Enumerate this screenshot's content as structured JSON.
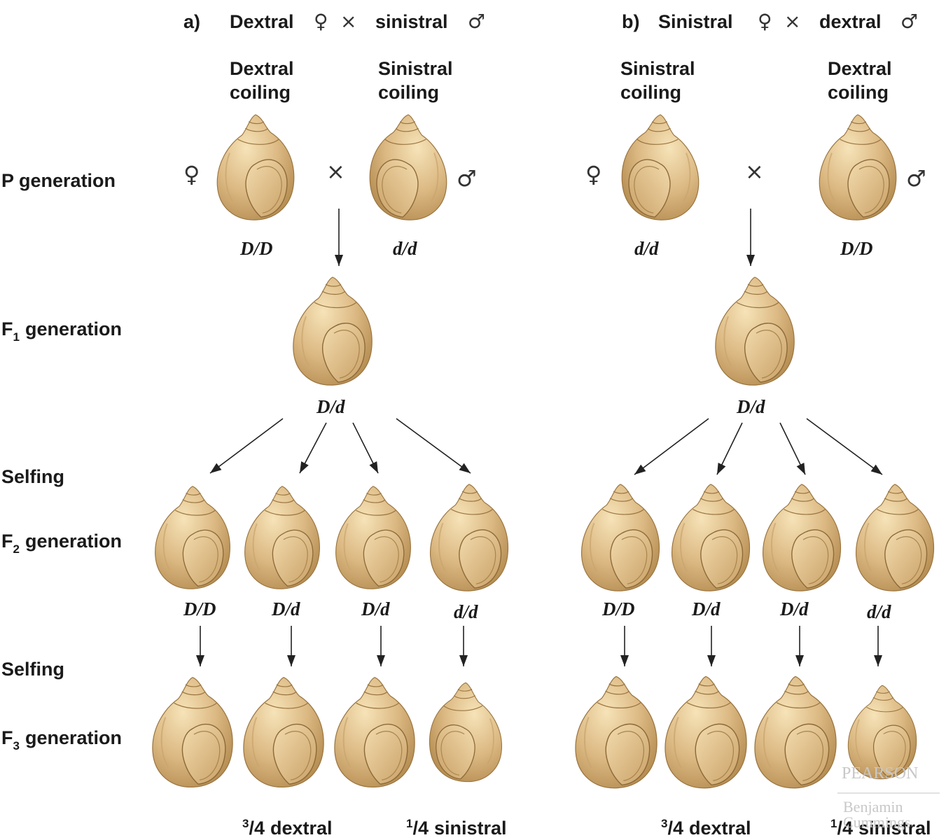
{
  "panel_a": {
    "title": "a)",
    "title_cross_female": "Dextral",
    "title_cross_male": "sinistral",
    "female_label_line1": "Dextral",
    "female_label_line2": "coiling",
    "male_label_line1": "Sinistral",
    "male_label_line2": "coiling",
    "p_female_genotype": "D/D",
    "p_male_genotype": "d/d",
    "f1_genotype": "D/d",
    "f2_genotypes": [
      "D/D",
      "D/d",
      "D/d",
      "d/d"
    ],
    "ratio_dextral": "dextral",
    "ratio_sinistral": "sinistral"
  },
  "panel_b": {
    "title": "b)",
    "title_cross_female": "Sinistral",
    "title_cross_male": "dextral",
    "female_label_line1": "Sinistral",
    "female_label_line2": "coiling",
    "male_label_line1": "Dextral",
    "male_label_line2": "coiling",
    "p_female_genotype": "d/d",
    "p_male_genotype": "D/D",
    "f1_genotype": "D/d",
    "f2_genotypes": [
      "D/D",
      "D/d",
      "D/d",
      "d/d"
    ],
    "ratio_dextral": "dextral",
    "ratio_sinistral": "sinistral"
  },
  "row_labels": {
    "p": "P generation",
    "f1_prefix": "F",
    "f1_sub": "1",
    "f2_prefix": "F",
    "f2_sub": "2",
    "f3_prefix": "F",
    "f3_sub": "3",
    "gen_word": "generation",
    "selfing": "Selfing"
  },
  "symbols": {
    "female": "♀",
    "male": "♂",
    "cross": "×",
    "frac_three": "3",
    "frac_one": "1",
    "frac_den": "/4"
  },
  "watermark": {
    "line1": "PEARSON",
    "line2": "Benjamin",
    "line3": "Cummings"
  },
  "colors": {
    "shell_light": "#f6e3b8",
    "shell_mid": "#d9b57c",
    "shell_dark": "#b58d52",
    "shell_edge": "#9a7540",
    "text": "#1a1a1a"
  }
}
